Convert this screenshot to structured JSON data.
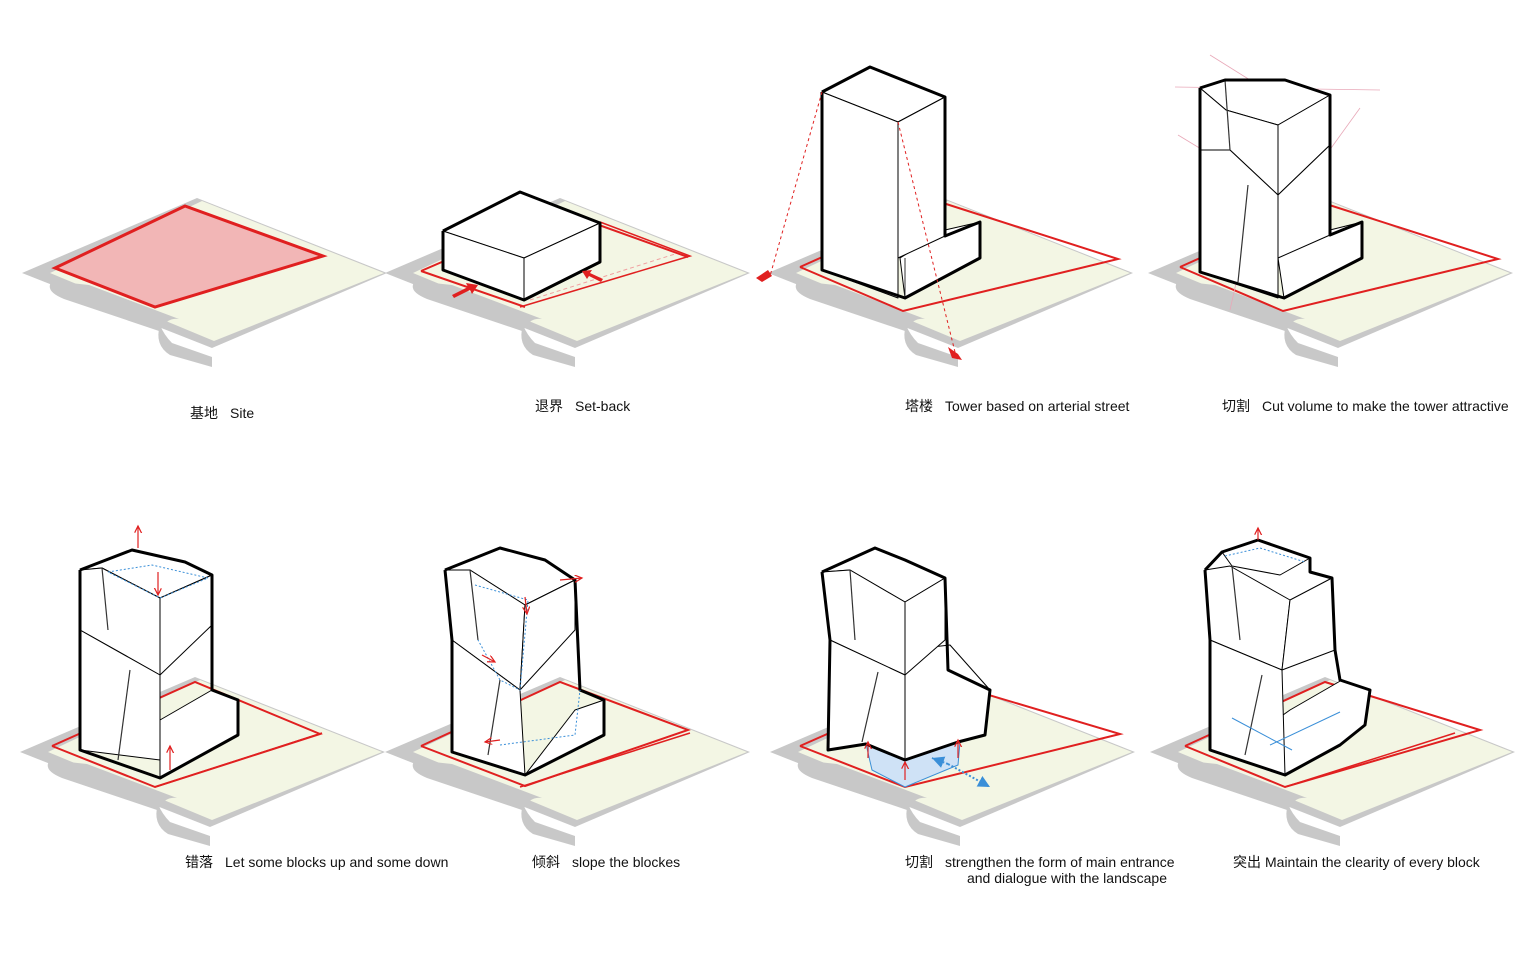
{
  "panels": [
    {
      "id": "site",
      "zh": "基地",
      "en": "Site"
    },
    {
      "id": "setback",
      "zh": "退界",
      "en": "Set-back"
    },
    {
      "id": "tower",
      "zh": "塔楼",
      "en": "Tower based on arterial street"
    },
    {
      "id": "cut",
      "zh": "切割",
      "en": "Cut volume to make the tower attractive"
    },
    {
      "id": "stagger",
      "zh": "错落",
      "en": "Let some blocks up and some down"
    },
    {
      "id": "slope",
      "zh": "倾斜",
      "en": "slope the blockes"
    },
    {
      "id": "entrance",
      "zh": "切割",
      "en": "strengthen the form of main entrance",
      "en2": "and dialogue with the landscape"
    },
    {
      "id": "protrude",
      "zh": "突出",
      "en": "Maintain the clearity of every block"
    }
  ],
  "colors": {
    "outline": "#000000",
    "road": "#c8c8c8",
    "ground": "#f3f6e4",
    "red": "#e02020",
    "site_fill": "#f2b6b6",
    "blue": "#3a8fd8",
    "blue_fill": "#cfe2f6"
  }
}
